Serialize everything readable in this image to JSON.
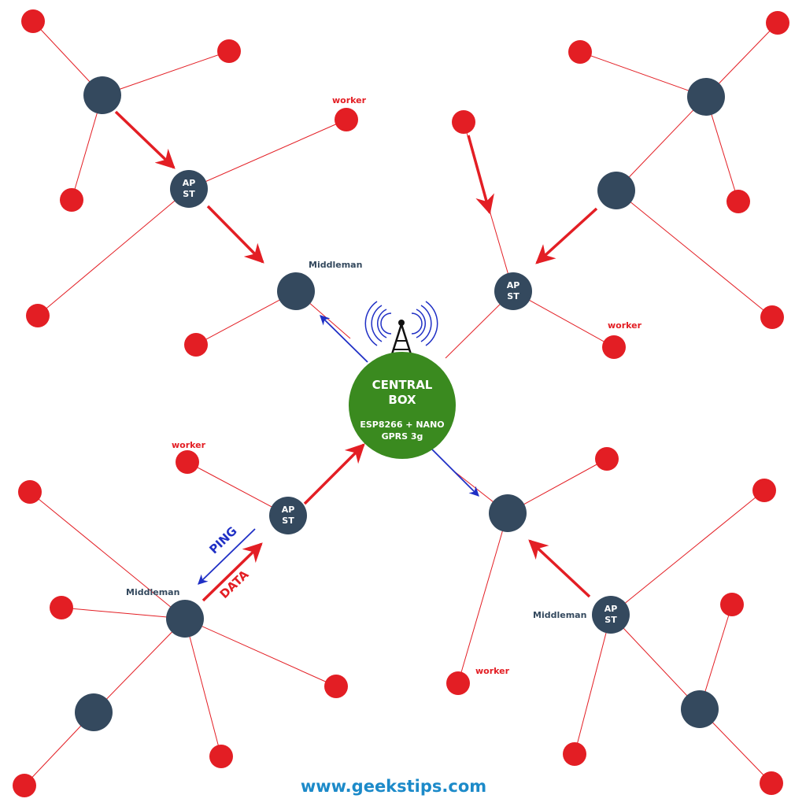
{
  "colors": {
    "node": "#34495e",
    "worker": "#e31e24",
    "central": "#3a8a1f",
    "ping": "#1f2fc5",
    "data": "#e31e24",
    "footer": "#1c8ac9"
  },
  "icons": {
    "antenna": "radio-tower-icon"
  },
  "central": {
    "title_line1": "CENTRAL",
    "title_line2": "BOX",
    "sub_line1": "ESP8266 + NANO",
    "sub_line2": "GPRS 3g"
  },
  "labels": {
    "ap": "AP",
    "st": "ST",
    "middleman": "Middleman",
    "worker": "worker",
    "ping": "PING",
    "data": "DATA"
  },
  "footer": {
    "url": "www.geekstips.com"
  }
}
